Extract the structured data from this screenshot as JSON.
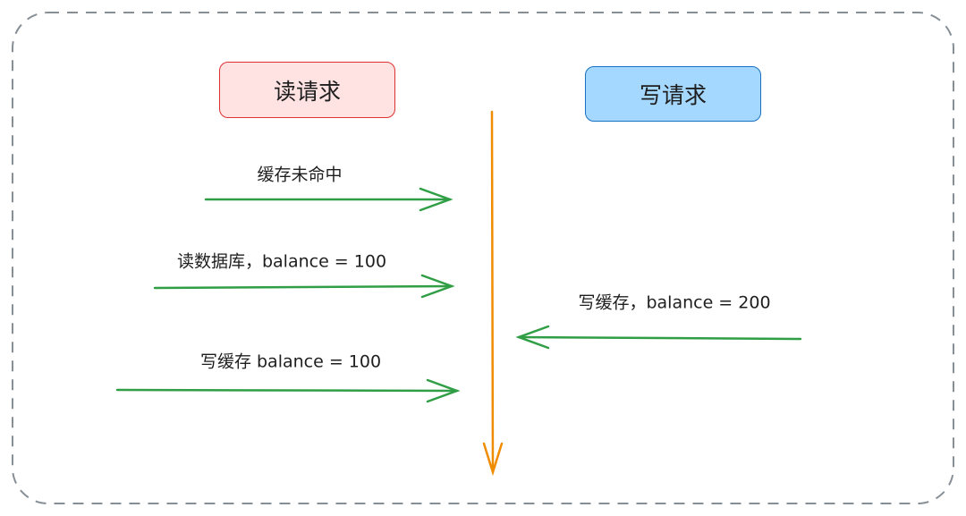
{
  "read_request": {
    "label": "读请求",
    "fill": "#ffe3e3",
    "stroke": "#e03131"
  },
  "write_request": {
    "label": "写请求",
    "fill": "#a5d8ff",
    "stroke": "#1971c2"
  },
  "colors": {
    "timeline": "#f08c00",
    "arrow": "#2f9e44",
    "frame": "#868e96"
  },
  "steps": [
    {
      "label": "缓存未命中",
      "direction": "right"
    },
    {
      "label": "读数据库，balance = 100",
      "direction": "right"
    },
    {
      "label": "写缓存，balance = 200",
      "direction": "left"
    },
    {
      "label": "写缓存 balance = 100",
      "direction": "right"
    }
  ]
}
